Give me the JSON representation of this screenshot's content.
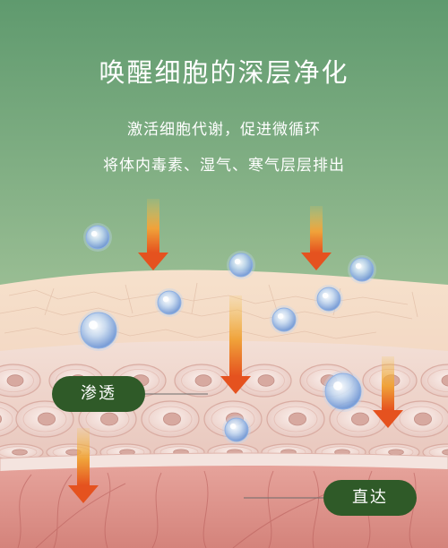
{
  "title": "唤醒细胞的深层净化",
  "subtitle_line1": "激活细胞代谢，促进微循环",
  "subtitle_line2": "将体内毒素、湿气、寒气层层排出",
  "labels": {
    "penetrate": "渗透",
    "direct": "直达"
  },
  "colors": {
    "top_green": "#5f9a6e",
    "pill_green": "#2f5a28",
    "arrow_orange": "#e5521f",
    "arrow_yellow": "#f3c24a"
  }
}
